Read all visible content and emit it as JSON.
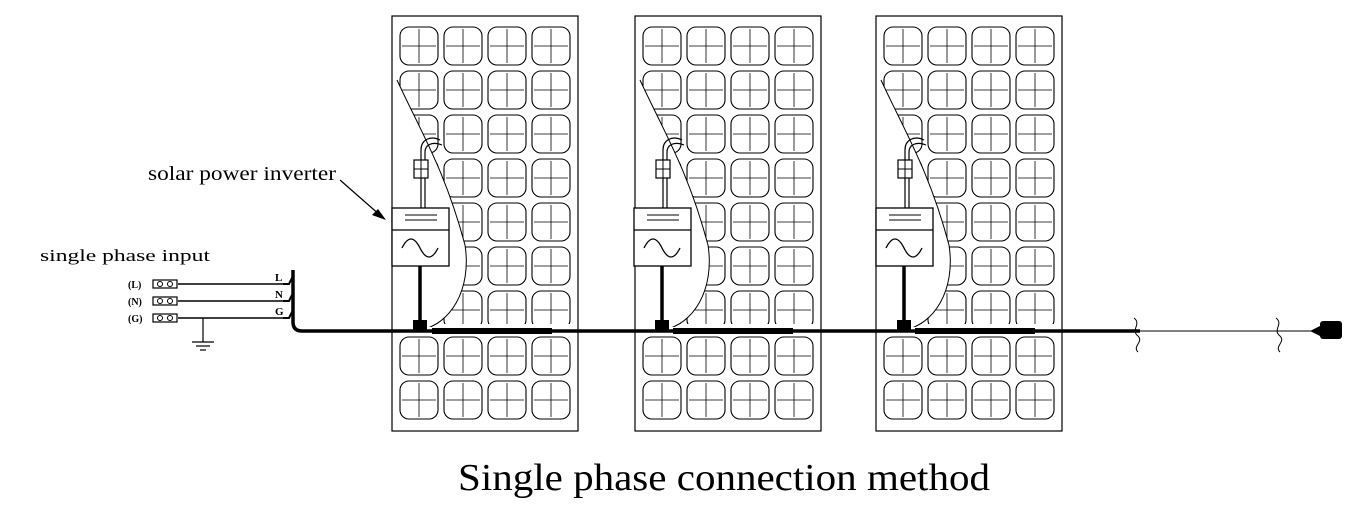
{
  "diagram": {
    "title": "Single phase connection method",
    "inverter_label": "solar power inverter",
    "input_label": "single phase input",
    "terminals": [
      {
        "tag": "(L)",
        "letter": "L"
      },
      {
        "tag": "(N)",
        "letter": "N"
      },
      {
        "tag": "(G)",
        "letter": "G"
      }
    ],
    "panel_count": 3,
    "colors": {
      "ink": "#000000",
      "background": "#ffffff"
    }
  }
}
